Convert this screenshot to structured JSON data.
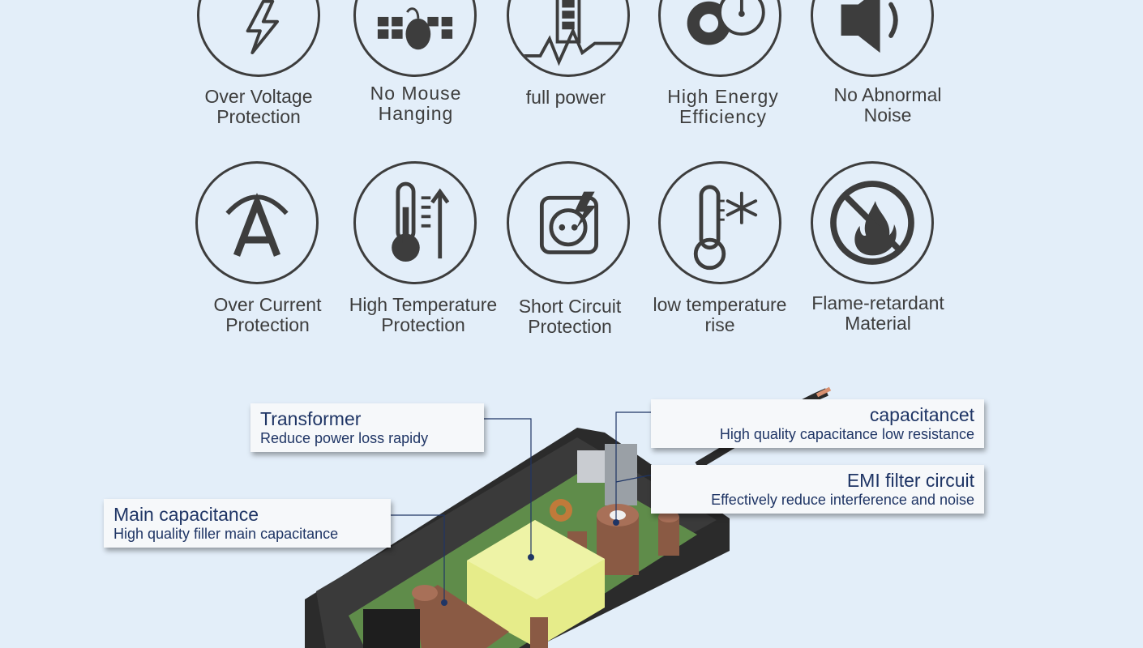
{
  "features": [
    {
      "icon": "lightning-icon",
      "lines": [
        "Over Voltage",
        "Protection"
      ]
    },
    {
      "icon": "keyboard-mouse-icon",
      "lines": [
        "No Mouse",
        "Hanging"
      ]
    },
    {
      "icon": "battery-power-icon",
      "lines": [
        "full power"
      ]
    },
    {
      "icon": "gear-gauge-icon",
      "lines": [
        "High Energy",
        "Efficiency"
      ]
    },
    {
      "icon": "speaker-icon",
      "lines": [
        "No Abnormal",
        "Noise"
      ]
    },
    {
      "icon": "ampere-icon",
      "lines": [
        "Over Current",
        "Protection"
      ]
    },
    {
      "icon": "thermometer-up-icon",
      "lines": [
        "High Temperature",
        "Protection"
      ]
    },
    {
      "icon": "socket-spark-icon",
      "lines": [
        "Short Circuit",
        "Protection"
      ]
    },
    {
      "icon": "thermometer-snowflake-icon",
      "lines": [
        "low temperature",
        "rise"
      ]
    },
    {
      "icon": "no-fire-icon",
      "lines": [
        "Flame-retardant",
        "Material"
      ]
    }
  ],
  "callouts": {
    "transformer": {
      "title": "Transformer",
      "sub": "Reduce power loss rapidy"
    },
    "capacitance": {
      "title": "capacitancet",
      "sub": "High quality capacitance low resistance"
    },
    "emi": {
      "title": "EMI filter circuit",
      "sub": "Effectively reduce interference and noise"
    },
    "main_capacitance": {
      "title": "Main capacitance",
      "sub": "High quality filler main capacitance"
    }
  },
  "colors": {
    "background": "#e3eef9",
    "icon_stroke": "#3d3d3d",
    "callout_text": "#1f3565",
    "case": "#2b2b2b",
    "transformer": "#e6ec8a",
    "capacitor": "#8a5a44",
    "pcb": "#5f8c4a"
  }
}
